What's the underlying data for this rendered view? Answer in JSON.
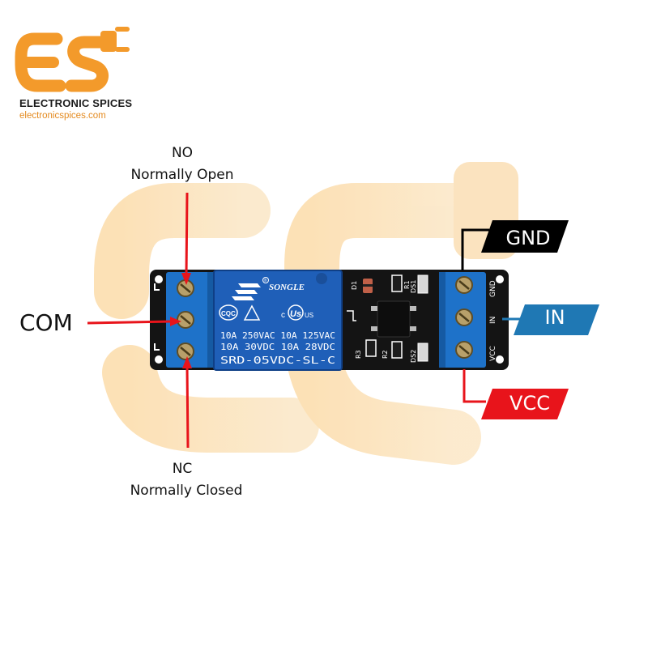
{
  "brand": {
    "logo_letters": "ES",
    "name": "ELECTRONIC SPICES",
    "url": "electronicspices.com",
    "colors": {
      "orange": "#f39a2b",
      "orange_light": "#fbd9a6"
    }
  },
  "relay": {
    "brand": "SONGLE",
    "rating_line1": "10A 250VAC 10A 125VAC",
    "rating_line2": "10A  30VDC 10A 28VDC",
    "model": "SRD-05VDC-SL-C",
    "cert_cqc": "CQC",
    "cert_ul": "c",
    "cert_ul_mark": "Us",
    "cert_us": "US",
    "registered": "®",
    "color": "#1f5fb8"
  },
  "pcb": {
    "color": "#141414",
    "components": [
      "D1",
      "R1",
      "DS1",
      "R3",
      "R2",
      "DS2"
    ],
    "pin_labels": [
      "GND",
      "IN",
      "VCC"
    ]
  },
  "labels": {
    "no_short": "NO",
    "no_long": "Normally Open",
    "com": "COM",
    "nc_short": "NC",
    "nc_long": "Normally Closed"
  },
  "tags": {
    "gnd": {
      "text": "GND",
      "color": "#000000"
    },
    "in": {
      "text": "IN",
      "color": "#1f78b4"
    },
    "vcc": {
      "text": "VCC",
      "color": "#e8141b"
    }
  },
  "colors": {
    "arrow": "#e8141b"
  }
}
